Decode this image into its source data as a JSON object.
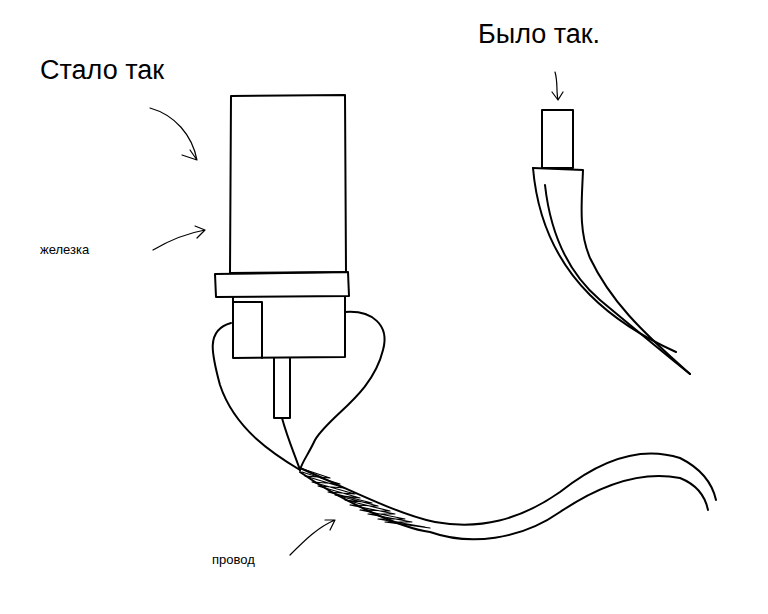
{
  "diagram": {
    "labels": [
      "Стало так",
      "Было так.",
      "железка",
      "провод"
    ]
  }
}
